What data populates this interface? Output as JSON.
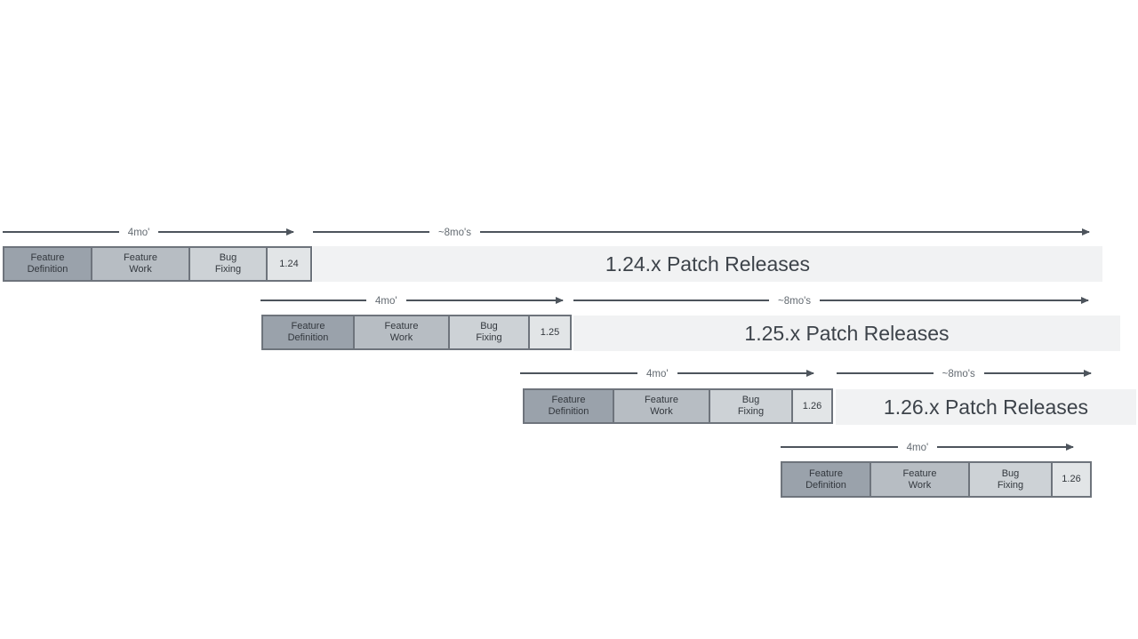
{
  "diagram": {
    "name": "release-cadence-diagram",
    "rows": [
      {
        "version": "1.24",
        "phases": {
          "feature_definition": "Feature\nDefinition",
          "feature_work": "Feature\nWork",
          "bug_fixing": "Bug\nFixing"
        },
        "dev_duration": "4mo'",
        "patch_duration": "~8mo's",
        "patch_title": "1.24.x Patch Releases"
      },
      {
        "version": "1.25",
        "phases": {
          "feature_definition": "Feature\nDefinition",
          "feature_work": "Feature\nWork",
          "bug_fixing": "Bug\nFixing"
        },
        "dev_duration": "4mo'",
        "patch_duration": "~8mo's",
        "patch_title": "1.25.x Patch Releases"
      },
      {
        "version": "1.26",
        "phases": {
          "feature_definition": "Feature\nDefinition",
          "feature_work": "Feature\nWork",
          "bug_fixing": "Bug\nFixing"
        },
        "dev_duration": "4mo'",
        "patch_duration": "~8mo's",
        "patch_title": "1.26.x Patch Releases"
      },
      {
        "version": "1.26",
        "phases": {
          "feature_definition": "Feature\nDefinition",
          "feature_work": "Feature\nWork",
          "bug_fixing": "Bug\nFixing"
        },
        "dev_duration": "4mo'"
      }
    ],
    "colors": {
      "feature_definition": "#9aa2ab",
      "feature_work": "#b7bdc3",
      "bug_fixing": "#cdd2d6",
      "version_cell": "#e2e5e7",
      "patch_bar": "#f1f2f3",
      "box_border": "#6e747c",
      "arrow": "#4d545c",
      "phase_text": "#33383e",
      "duration_text": "#636a71",
      "patch_text": "#3d434a"
    }
  }
}
